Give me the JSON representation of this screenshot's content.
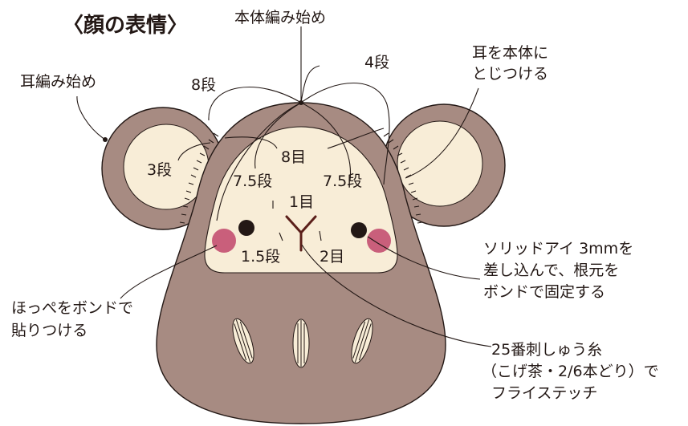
{
  "title": "〈顔の表情〉",
  "colors": {
    "body": "#a78b82",
    "face": "#f8edd7",
    "cheek": "#c95f7b",
    "eye": "#231815",
    "mouth": "#5b1f1a",
    "line": "#231815"
  },
  "labels": {
    "body_start": "本体編み始め",
    "ear_start": "耳編み始め",
    "row_8": "8段",
    "row_4": "4段",
    "ear_attach": [
      "耳を本体に",
      "とじつける"
    ],
    "row_3": "3段",
    "stitch_8": "8目",
    "row_7_5_left": "7.5段",
    "row_7_5_right": "7.5段",
    "stitch_1": "1目",
    "row_1_5": "1.5段",
    "stitch_2": "2目",
    "solid_eye": [
      "ソリッドアイ 3mmを",
      "差し込んで、根元を",
      "ボンドで固定する"
    ],
    "cheek_note": [
      "ほっぺをボンドで",
      "貼りつける"
    ],
    "embroidery": [
      "25番刺しゅう糸",
      "（こげ茶・2/6本どり）で",
      "フライステッチ"
    ]
  }
}
